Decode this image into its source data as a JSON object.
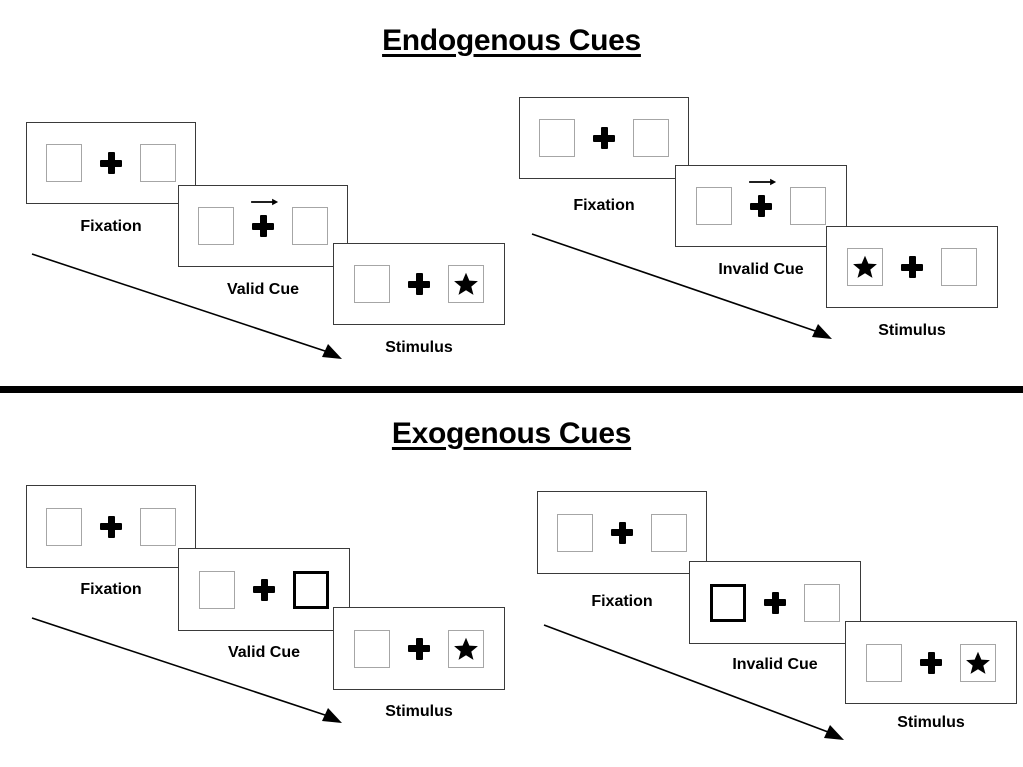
{
  "figure": {
    "divider_color": "#000000",
    "background": "#ffffff"
  },
  "sections": [
    {
      "id": "endogenous",
      "title": "Endogenous Cues",
      "sequences": [
        {
          "id": "endogenous-valid",
          "cue_type": "valid",
          "panels": [
            {
              "label": "Fixation",
              "left_box": "empty",
              "right_box": "empty",
              "cue": "none",
              "arrow": "none"
            },
            {
              "label": "Valid Cue",
              "left_box": "empty",
              "right_box": "empty",
              "cue": "arrow-right",
              "arrow": "right"
            },
            {
              "label": "Stimulus",
              "left_box": "empty",
              "right_box": "star",
              "cue": "none",
              "arrow": "none"
            }
          ]
        },
        {
          "id": "endogenous-invalid",
          "cue_type": "invalid",
          "panels": [
            {
              "label": "Fixation",
              "left_box": "empty",
              "right_box": "empty",
              "cue": "none",
              "arrow": "none"
            },
            {
              "label": "Invalid Cue",
              "left_box": "empty",
              "right_box": "empty",
              "cue": "arrow-right",
              "arrow": "right"
            },
            {
              "label": "Stimulus",
              "left_box": "star",
              "right_box": "empty",
              "cue": "none",
              "arrow": "none"
            }
          ]
        }
      ]
    },
    {
      "id": "exogenous",
      "title": "Exogenous Cues",
      "sequences": [
        {
          "id": "exogenous-valid",
          "cue_type": "valid",
          "panels": [
            {
              "label": "Fixation",
              "left_box": "empty",
              "right_box": "empty",
              "cue": "none",
              "arrow": "none"
            },
            {
              "label": "Valid Cue",
              "left_box": "empty",
              "right_box": "highlight",
              "cue": "box-right-bold",
              "arrow": "none"
            },
            {
              "label": "Stimulus",
              "left_box": "empty",
              "right_box": "star",
              "cue": "none",
              "arrow": "none"
            }
          ]
        },
        {
          "id": "exogenous-invalid",
          "cue_type": "invalid",
          "panels": [
            {
              "label": "Fixation",
              "left_box": "empty",
              "right_box": "empty",
              "cue": "none",
              "arrow": "none"
            },
            {
              "label": "Invalid Cue",
              "left_box": "highlight",
              "right_box": "empty",
              "cue": "box-left-bold",
              "arrow": "none"
            },
            {
              "label": "Stimulus",
              "left_box": "empty",
              "right_box": "star",
              "cue": "none",
              "arrow": "none"
            }
          ]
        }
      ]
    }
  ],
  "time_arrows": [
    {
      "id": "endogenous-valid-time-arrow",
      "meaning": "time"
    },
    {
      "id": "endogenous-invalid-time-arrow",
      "meaning": "time"
    },
    {
      "id": "exogenous-valid-time-arrow",
      "meaning": "time"
    },
    {
      "id": "exogenous-invalid-time-arrow",
      "meaning": "time"
    }
  ],
  "icons": {
    "fixation_cross": "plus-icon",
    "target": "star-icon",
    "cue": "arrow-right-icon"
  }
}
